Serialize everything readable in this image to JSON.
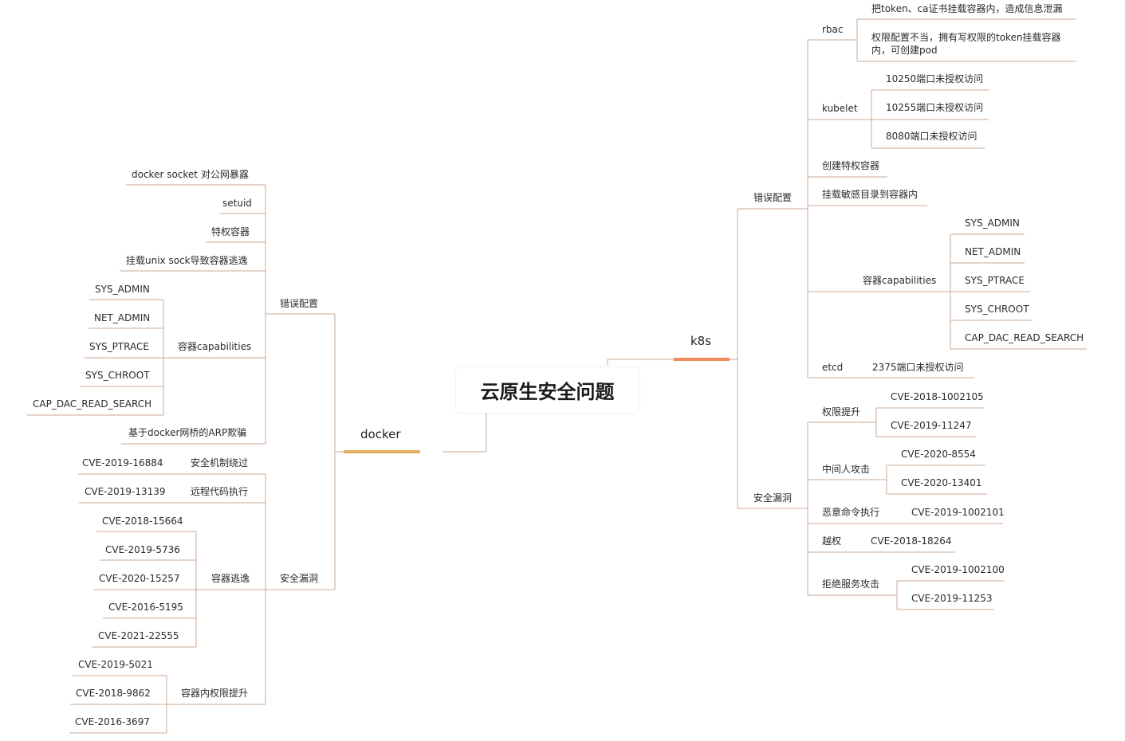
{
  "root": {
    "title": "云原生安全问题"
  },
  "docker": {
    "label": "docker",
    "misconfig": {
      "label": "错误配置",
      "items": {
        "socket": "docker socket 对公网暴露",
        "setuid": "setuid",
        "privileged": "特权容器",
        "unix_sock": "挂载unix sock导致容器逃逸",
        "arp": "基于docker网桥的ARP欺骗"
      },
      "capabilities": {
        "label": "容器capabilities",
        "items": [
          "SYS_ADMIN",
          "NET_ADMIN",
          "SYS_PTRACE",
          "SYS_CHROOT",
          "CAP_DAC_READ_SEARCH"
        ]
      }
    },
    "vulns": {
      "label": "安全漏洞",
      "bypass": {
        "label": "安全机制绕过",
        "cve": "CVE-2019-16884"
      },
      "rce": {
        "label": "远程代码执行",
        "cve": "CVE-2019-13139"
      },
      "escape": {
        "label": "容器逃逸",
        "items": [
          "CVE-2018-15664",
          "CVE-2019-5736",
          "CVE-2020-15257",
          "CVE-2016-5195",
          "CVE-2021-22555"
        ]
      },
      "privesc": {
        "label": "容器内权限提升",
        "items": [
          "CVE-2019-5021",
          "CVE-2018-9862",
          "CVE-2016-3697"
        ]
      }
    }
  },
  "k8s": {
    "label": "k8s",
    "misconfig": {
      "label": "错误配置",
      "rbac": {
        "label": "rbac",
        "items": [
          "把token、ca证书挂载容器内，造成信息泄漏",
          "权限配置不当，拥有写权限的token挂载容器内，可创建pod"
        ]
      },
      "kubelet": {
        "label": "kubelet",
        "items": [
          "10250端口未授权访问",
          "10255端口未授权访问",
          "8080端口未授权访问"
        ]
      },
      "privileged": "创建特权容器",
      "sensitive_mount": "挂载敏感目录到容器内",
      "capabilities": {
        "label": "容器capabilities",
        "items": [
          "SYS_ADMIN",
          "NET_ADMIN",
          "SYS_PTRACE",
          "SYS_CHROOT",
          "CAP_DAC_READ_SEARCH"
        ]
      },
      "etcd": {
        "label": "etcd",
        "item": "2375端口未授权访问"
      }
    },
    "vulns": {
      "label": "安全漏洞",
      "privesc": {
        "label": "权限提升",
        "items": [
          "CVE-2018-1002105",
          "CVE-2019-11247"
        ]
      },
      "mitm": {
        "label": "中间人攻击",
        "items": [
          "CVE-2020-8554",
          "CVE-2020-13401"
        ]
      },
      "rce": {
        "label": "恶意命令执行",
        "cve": "CVE-2019-1002101"
      },
      "overreach": {
        "label": "越权",
        "cve": "CVE-2018-18264"
      },
      "dos": {
        "label": "拒绝服务攻击",
        "items": [
          "CVE-2019-1002100",
          "CVE-2019-11253"
        ]
      }
    }
  },
  "colors": {
    "line": "#c9a995",
    "accent_docker": "#f2b04c",
    "accent_k8s": "#f08a5b",
    "text": "#2b2b2b"
  }
}
